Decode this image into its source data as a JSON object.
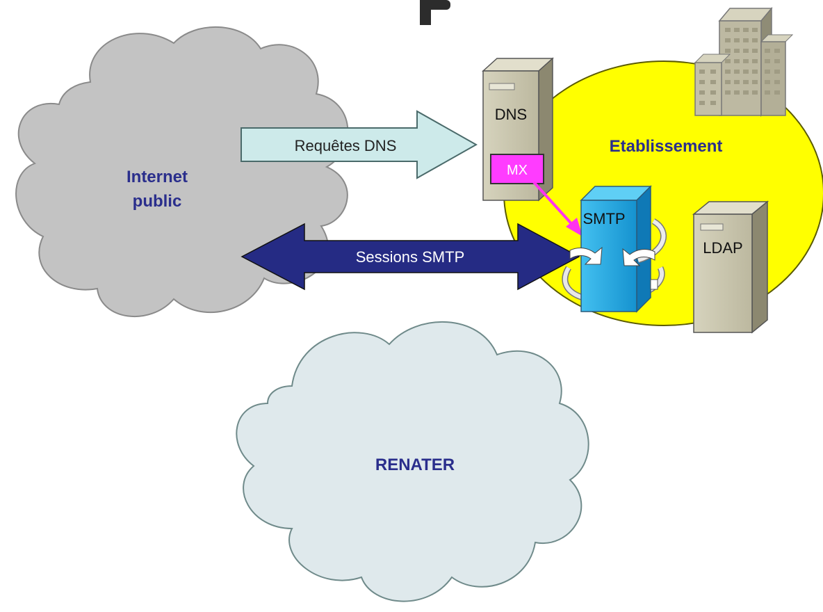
{
  "labels": {
    "internet_line1": "Internet",
    "internet_line2": "public",
    "renater": "RENATER",
    "etablissement": "Etablissement",
    "dns": "DNS",
    "mx": "MX",
    "smtp": "SMTP",
    "ldap": "LDAP",
    "requetes_dns": "Requêtes DNS",
    "sessions_smtp": "Sessions SMTP"
  },
  "colors": {
    "internet_cloud": "#c3c3c3",
    "renater_cloud": "#dfe9ec",
    "etablissement": "#ffff00",
    "server": "#c9c6ae",
    "smtp_box": "#13a2de",
    "mx_box": "#ff3cff",
    "requetes_arrow": "#cdeaea",
    "sessions_arrow": "#252b84",
    "title_text": "#2a2e8c"
  }
}
